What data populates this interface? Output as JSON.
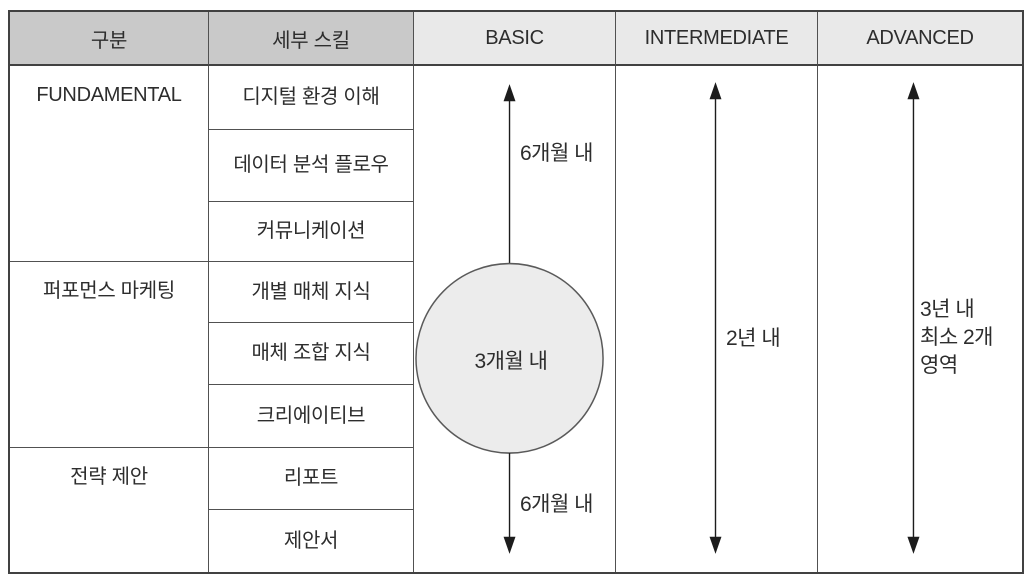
{
  "header": {
    "col_category": "구분",
    "col_skill": "세부 스킬",
    "col_basic": "BASIC",
    "col_intermediate": "INTERMEDIATE",
    "col_advanced": "ADVANCED"
  },
  "categories": [
    {
      "label": "FUNDAMENTAL",
      "skill_rows": 3
    },
    {
      "label": "퍼포먼스 마케팅",
      "skill_rows": 3
    },
    {
      "label": "전략 제안",
      "skill_rows": 2
    }
  ],
  "skills": [
    "디지털 환경 이해",
    "데이터 분석 플로우",
    "커뮤니케이션",
    "개별 매체 지식",
    "매체 조합 지식",
    "크리에이티브",
    "리포트",
    "제안서"
  ],
  "timeline": {
    "basic_top_label": "6개월 내",
    "basic_circle_label": "3개월 내",
    "basic_bottom_label": "6개월 내",
    "intermediate_label": "2년 내",
    "advanced_lines": [
      "3년 내",
      "최소 2개",
      "영역"
    ]
  },
  "colors": {
    "header_dark_bg": "#c9c9c9",
    "header_light_bg": "#e9e9e9",
    "circle_fill": "#ececec",
    "border": "#414141",
    "arrow": "#1c1c1c"
  }
}
